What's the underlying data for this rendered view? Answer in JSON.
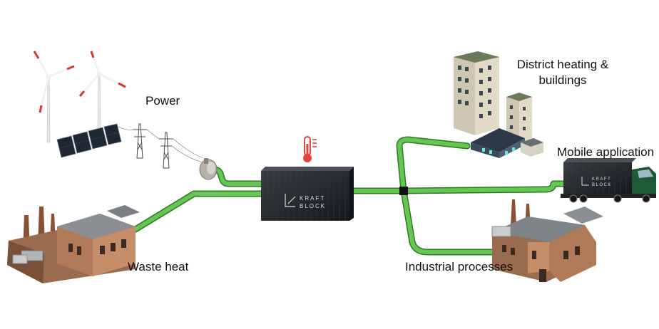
{
  "labels": {
    "power": "Power",
    "waste_heat": "Waste heat",
    "district_line1": "District heating &",
    "district_line2": "buildings",
    "mobile": "Mobile application",
    "industrial": "Industrial processes"
  },
  "container_logo": {
    "line1": "KRAFT",
    "line2": "BLOCK"
  },
  "truck_logo": {
    "line1": "KRAFT",
    "line2": "BLOCK"
  },
  "colors": {
    "pipe": "#58b847",
    "pipe_dark": "#2e7a22",
    "container": "#1f2326",
    "brick": "#8a5a3f",
    "thermometer": "#e2463a"
  },
  "icons": [
    "wind-turbine-icon",
    "solar-panel-icon",
    "power-pylon-icon",
    "thermometer-icon"
  ]
}
